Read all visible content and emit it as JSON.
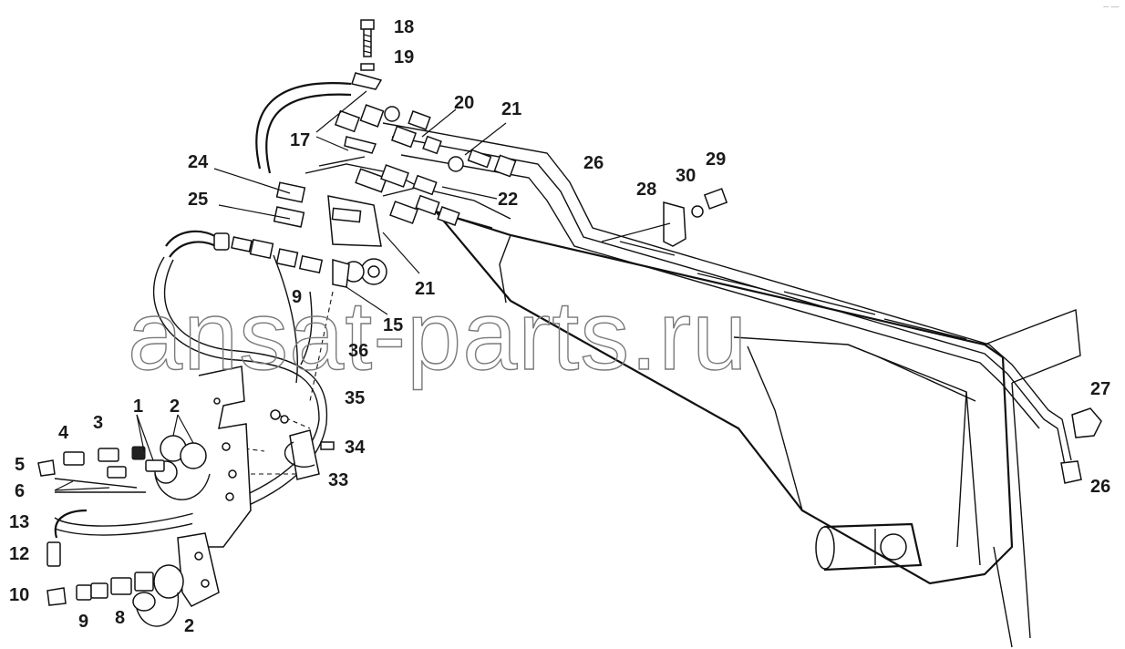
{
  "diagram": {
    "corner_mark": "-- —",
    "watermark": "ansat-parts.ru",
    "callouts": [
      {
        "id": "c18",
        "text": "18"
      },
      {
        "id": "c19",
        "text": "19"
      },
      {
        "id": "c20",
        "text": "20"
      },
      {
        "id": "c21a",
        "text": "21"
      },
      {
        "id": "c17",
        "text": "17"
      },
      {
        "id": "c24",
        "text": "24"
      },
      {
        "id": "c22",
        "text": "22"
      },
      {
        "id": "c25",
        "text": "25"
      },
      {
        "id": "c26a",
        "text": "26"
      },
      {
        "id": "c29",
        "text": "29"
      },
      {
        "id": "c30",
        "text": "30"
      },
      {
        "id": "c28",
        "text": "28"
      },
      {
        "id": "c21b",
        "text": "21"
      },
      {
        "id": "c9a",
        "text": "9"
      },
      {
        "id": "c15",
        "text": "15"
      },
      {
        "id": "c36",
        "text": "36"
      },
      {
        "id": "c35",
        "text": "35"
      },
      {
        "id": "c1",
        "text": "1"
      },
      {
        "id": "c2a",
        "text": "2"
      },
      {
        "id": "c4",
        "text": "4"
      },
      {
        "id": "c3",
        "text": "3"
      },
      {
        "id": "c34",
        "text": "34"
      },
      {
        "id": "c5",
        "text": "5"
      },
      {
        "id": "c33",
        "text": "33"
      },
      {
        "id": "c6",
        "text": "6"
      },
      {
        "id": "c13",
        "text": "13"
      },
      {
        "id": "c12",
        "text": "12"
      },
      {
        "id": "c10",
        "text": "10"
      },
      {
        "id": "c9b",
        "text": "9"
      },
      {
        "id": "c8",
        "text": "8"
      },
      {
        "id": "c2b",
        "text": "2"
      },
      {
        "id": "c27",
        "text": "27"
      },
      {
        "id": "c26b",
        "text": "26"
      }
    ]
  }
}
